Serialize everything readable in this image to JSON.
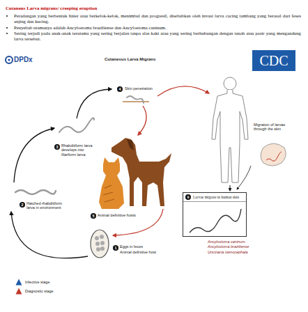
{
  "diagram": {
    "title": "Cutaneus Larva migrans/ creeping eruption",
    "nodes": [
      {
        "text": [
          "6",
          "Larvae migrate in human skin"
        ]
      }
    ],
    "labels": [
      "Peradangan yang berbentuk linier atau berkelok-kelok, menimbul dan progresif, disebabkan oleh invasi larva cacing tambang yang berasal dari feses anjing dan kucing.",
      "Penyebab utamanya adalah Ancylostoma braziliense dan Ancylostoma caninum.",
      "Sering terjadi pada anak-anak terutama yang sering berjalan tanpa alas kaki atau yang sering berhubungan dengan tanah atau pasir yang mengandung larva tersebut.",
      "DPDx",
      "Cutaneous Larva Migrans",
      "CDC",
      "4",
      "Skin penetration",
      "3",
      "Rhabditiform larva develops into filariform larva",
      "2",
      "Hatched rhabditiform larva in environment",
      "5",
      "Animal definitive hosts",
      "1",
      "Eggs in feces",
      "Animal definitive host",
      "Migration of larvae through the skin",
      "Ancylostoma caninum",
      "Ancylostoma braziliense",
      "Uncinaria stenocephala"
    ],
    "legend": [
      {
        "text": "Infective stage"
      },
      {
        "text": "Diagnostic stage"
      }
    ]
  }
}
